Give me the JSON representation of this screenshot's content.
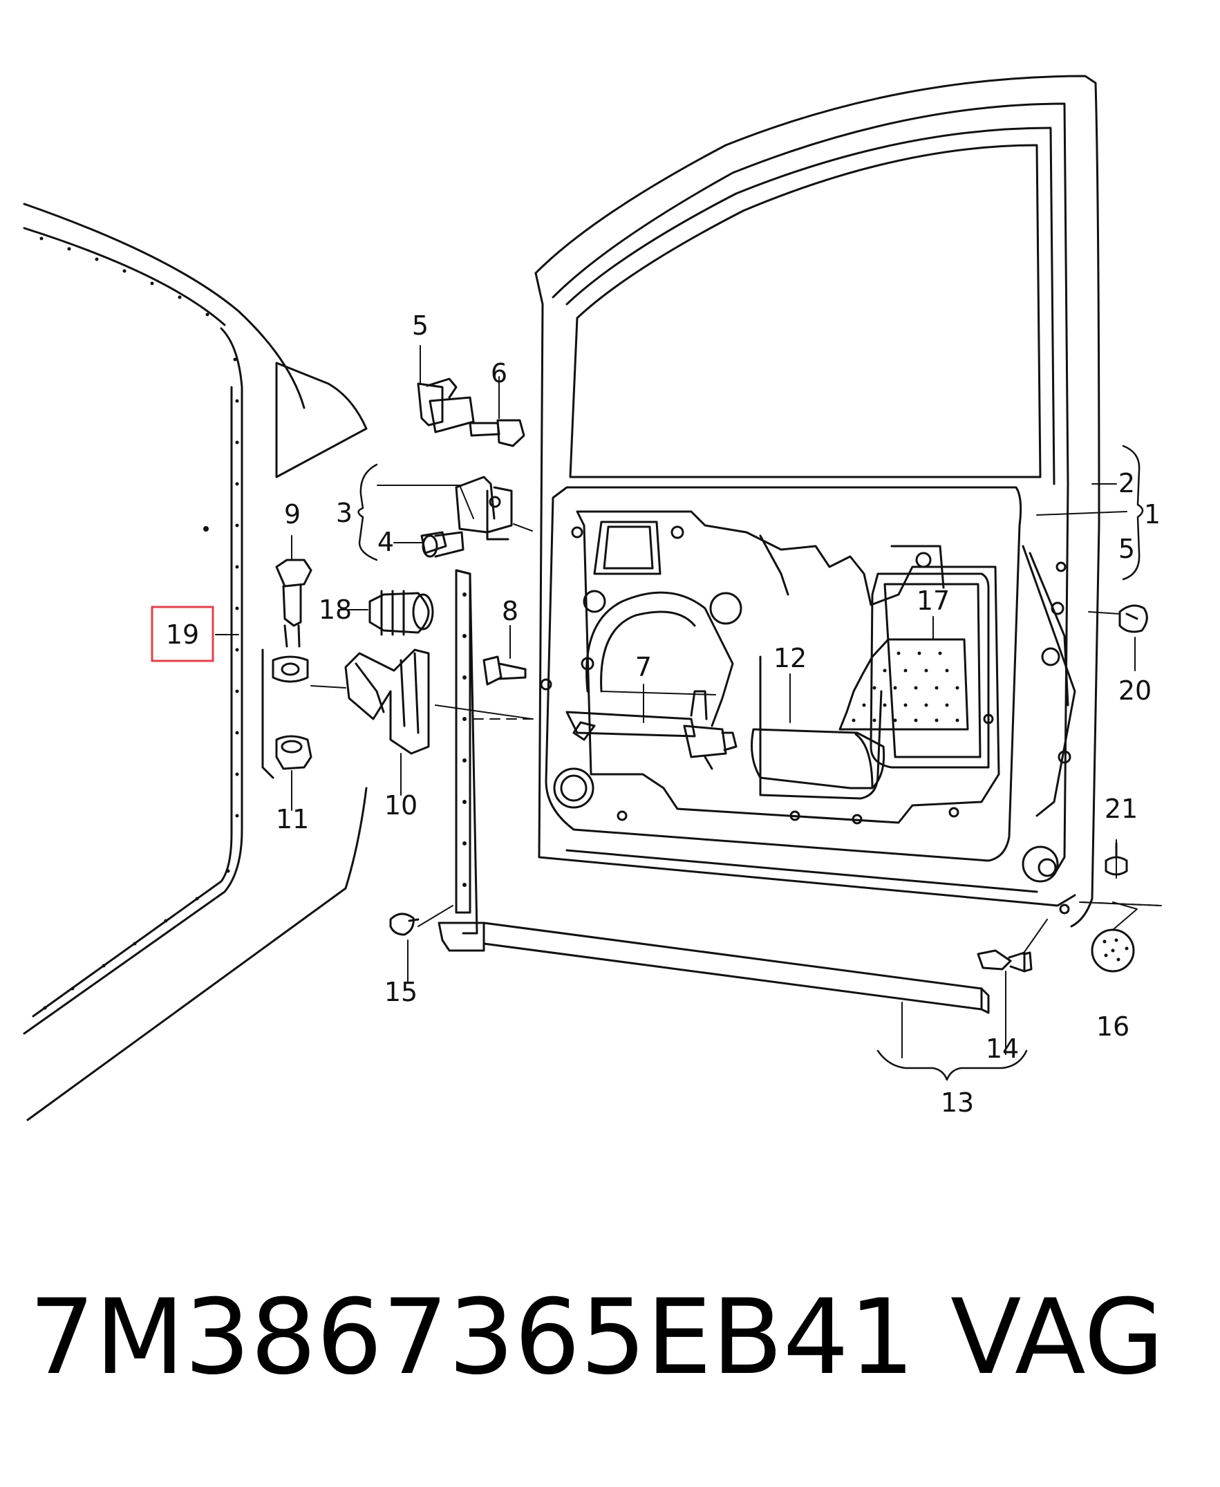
{
  "diagram": {
    "callouts": {
      "c1": "1",
      "c2": "2",
      "c3": "3",
      "c4": "4",
      "c5a": "5",
      "c5b": "5",
      "c6": "6",
      "c7": "7",
      "c8": "8",
      "c9": "9",
      "c10": "10",
      "c11": "11",
      "c12": "12",
      "c13": "13",
      "c14": "14",
      "c15": "15",
      "c16": "16",
      "c17": "17",
      "c18": "18",
      "c19": "19",
      "c20": "20",
      "c21": "21"
    },
    "highlight_color": "#e0424b"
  },
  "footer": {
    "part_number": "7M3867365EB41",
    "brand": "VAG"
  }
}
